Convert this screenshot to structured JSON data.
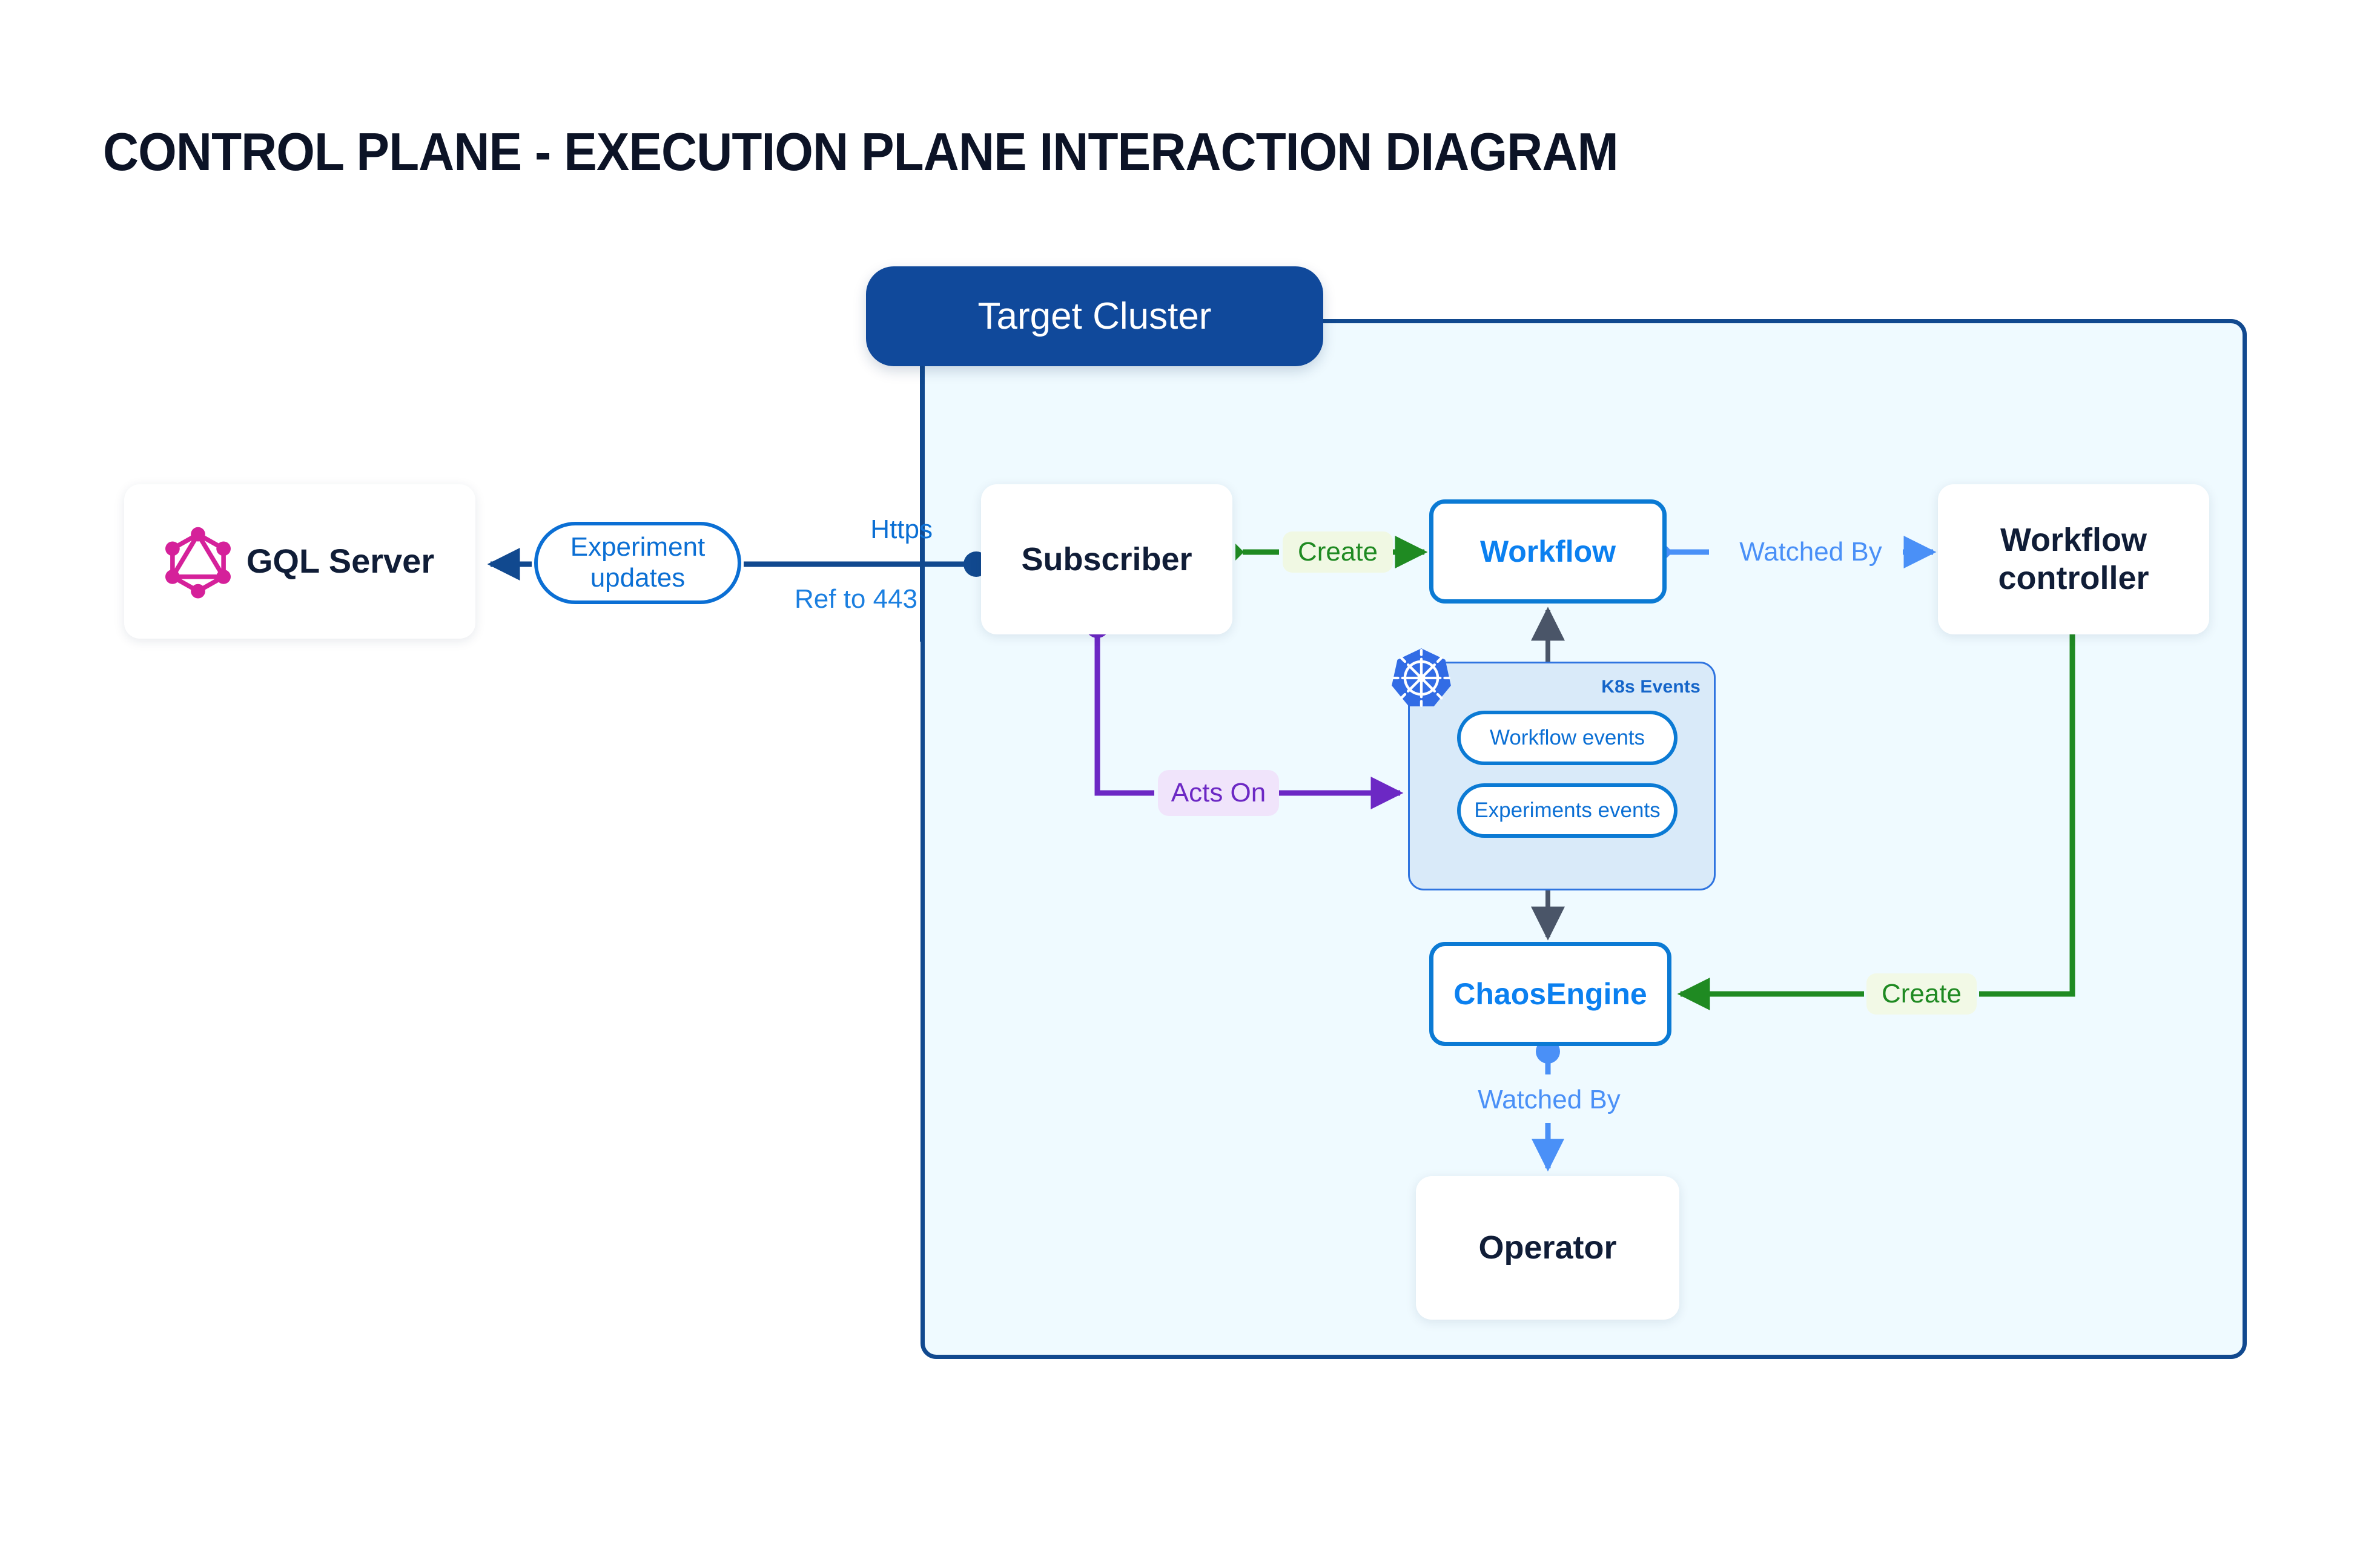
{
  "page": {
    "title": "CONTROL PLANE - EXECUTION PLANE INTERACTION DIAGRAM",
    "background_color": "#ffffff"
  },
  "colors": {
    "cluster_border": "#11498f",
    "cluster_fill": "#effaff",
    "cluster_pill": "#10499b",
    "node_text_dark": "#101d37",
    "node_text_blue": "#0b80f0",
    "node_border_blue": "#0b7ad4",
    "edge_blue_dark": "#11498f",
    "edge_blue_light": "#4a90f7",
    "edge_green": "#1f8a22",
    "edge_purple": "#6c28c4",
    "edge_gray": "#4a5568",
    "k8s_panel_fill": "#d9eaf9",
    "k8s_panel_border": "#2f74e0",
    "k8s_logo_blue": "#326ce5",
    "graphql_pink": "#d5219a"
  },
  "cluster": {
    "pill_label": "Target Cluster"
  },
  "nodes": {
    "gql_server": {
      "label": "GQL Server",
      "icon": "graphql-icon"
    },
    "subscriber": {
      "label": "Subscriber"
    },
    "workflow": {
      "label": "Workflow"
    },
    "workflow_controller": {
      "label_line1": "Workflow",
      "label_line2": "controller"
    },
    "chaos_engine": {
      "label": "ChaosEngine"
    },
    "operator": {
      "label": "Operator"
    }
  },
  "k8s_panel": {
    "title": "K8s Events",
    "icon": "kubernetes-icon",
    "pills": [
      {
        "label": "Workflow events"
      },
      {
        "label": "Experiments events"
      }
    ]
  },
  "edges": {
    "experiment_updates": {
      "label_line1": "Experiment",
      "label_line2": "updates"
    },
    "https": {
      "label": "Https"
    },
    "ref_to_443": {
      "label": "Ref to 443"
    },
    "create_workflow": {
      "label": "Create"
    },
    "create_chaosengine": {
      "label": "Create"
    },
    "watched_by_controller": {
      "label": "Watched By"
    },
    "watched_by_operator": {
      "label": "Watched By"
    },
    "acts_on": {
      "label": "Acts On"
    }
  }
}
